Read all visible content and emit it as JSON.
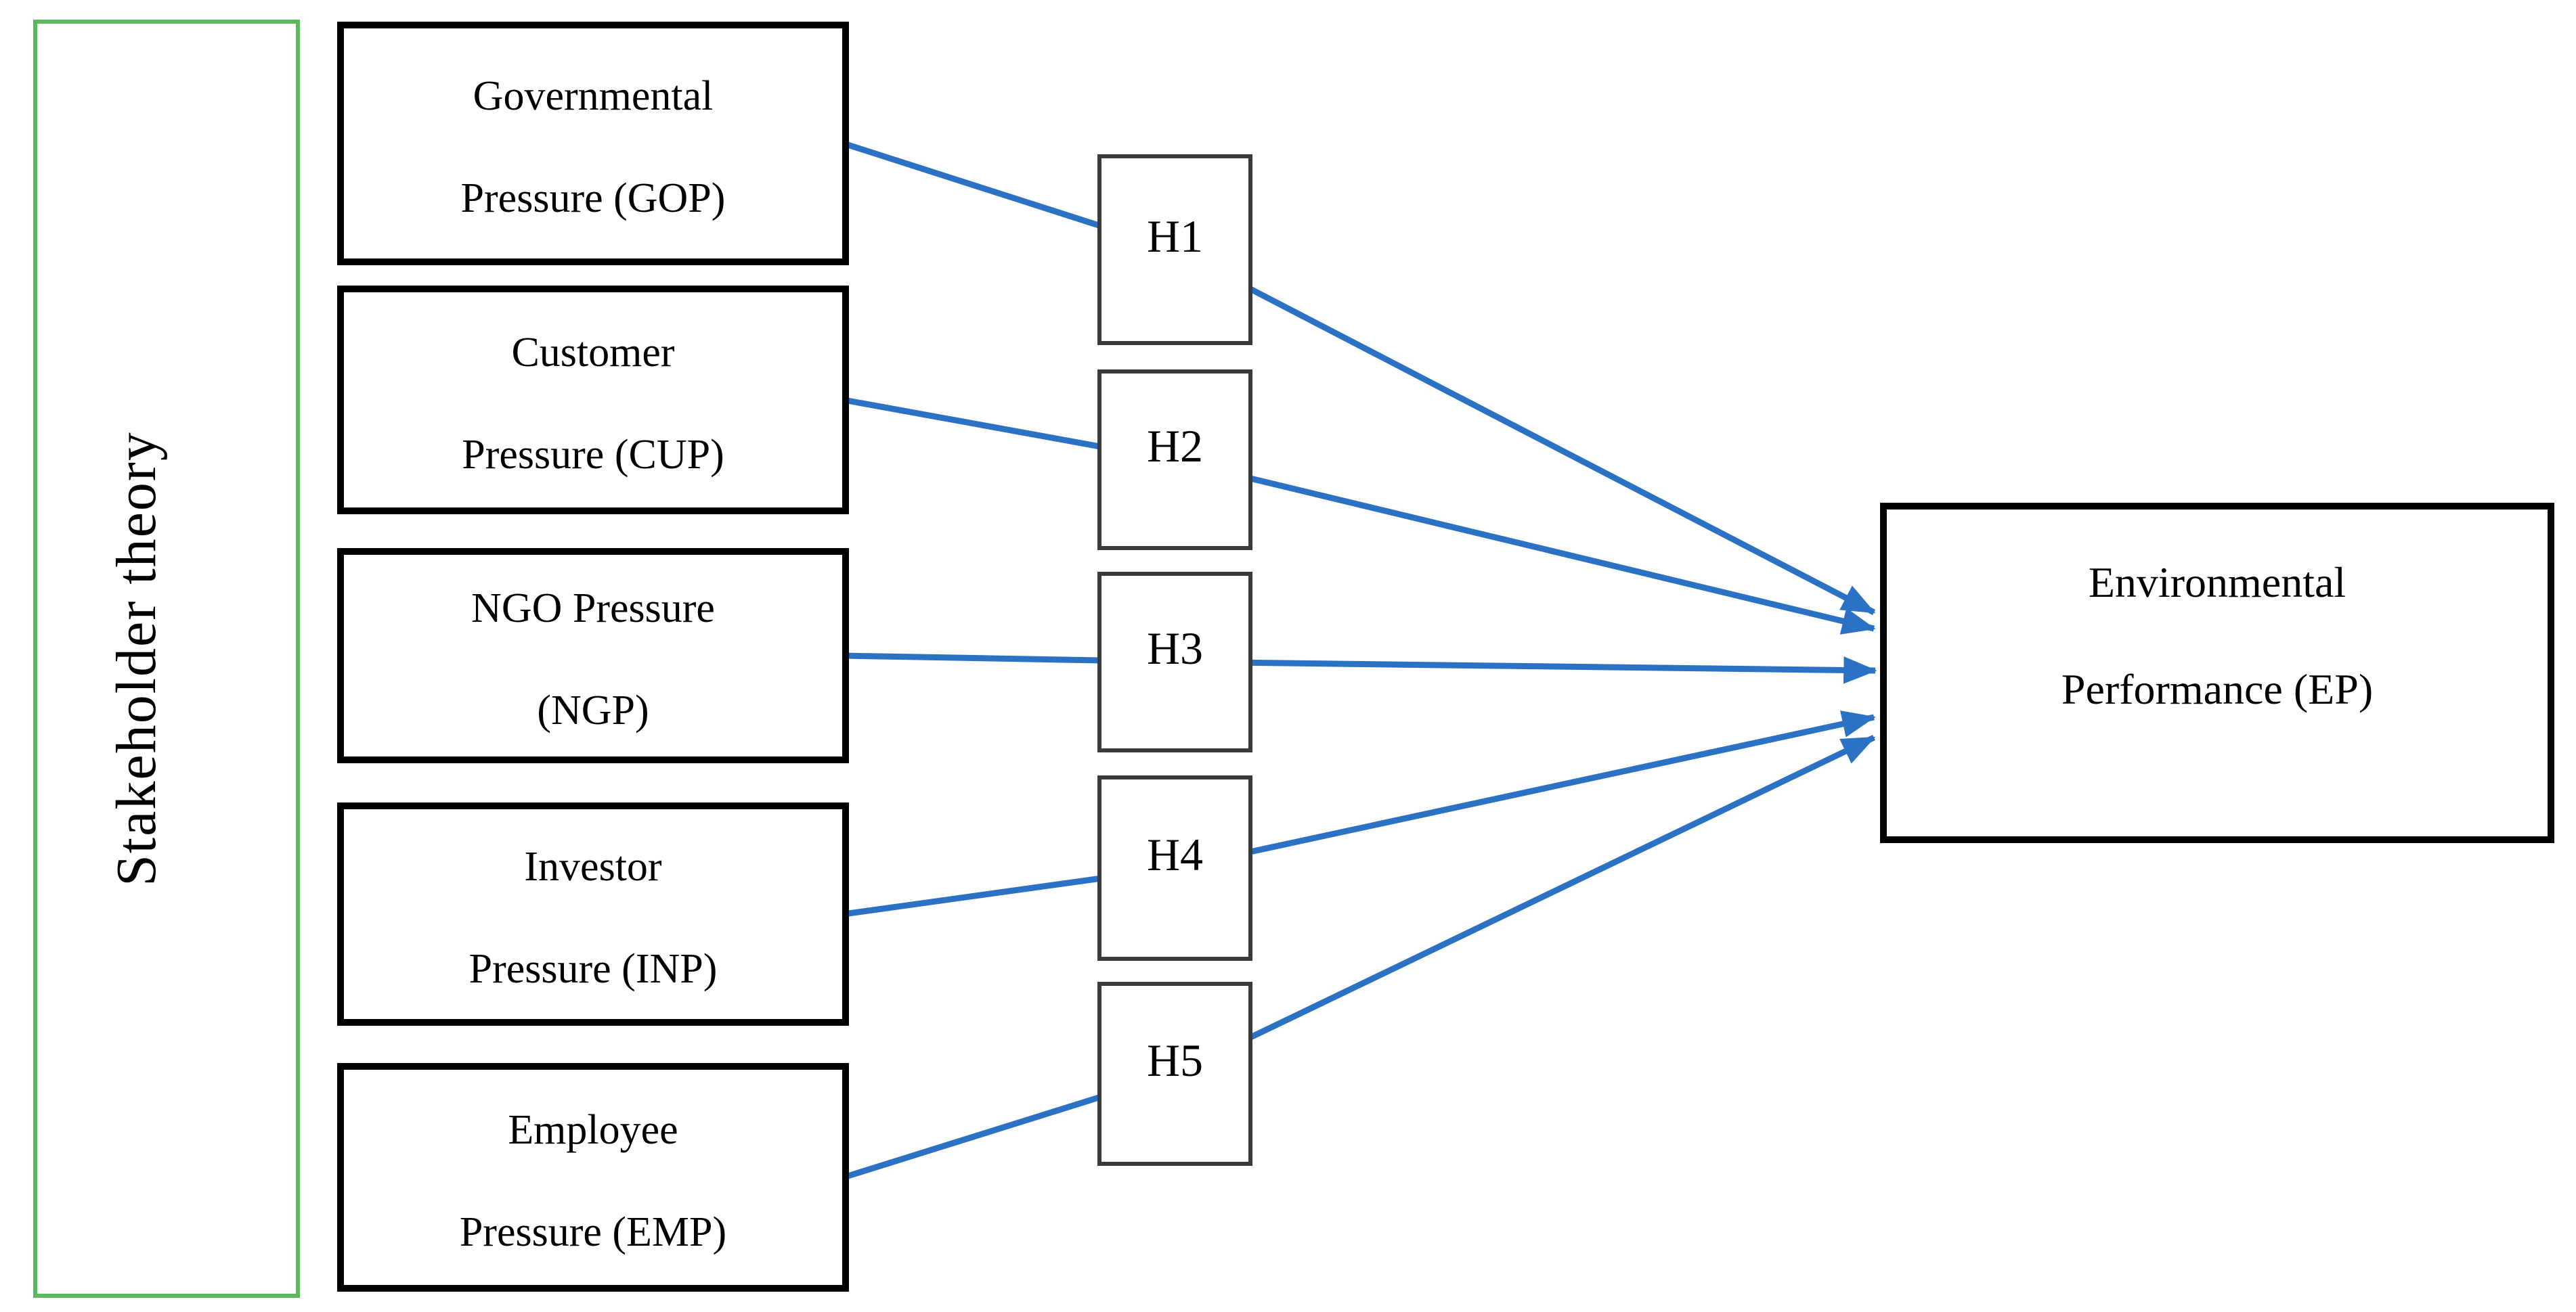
{
  "diagram": {
    "theory_panel": {
      "label": "Stakeholder theory"
    },
    "stakeholder_pressures": [
      {
        "line1": "Governmental",
        "line2": "Pressure (GOP)"
      },
      {
        "line1": "Customer",
        "line2": "Pressure (CUP)"
      },
      {
        "line1": "NGO Pressure",
        "line2": "(NGP)"
      },
      {
        "line1": "Investor",
        "line2": "Pressure (INP)"
      },
      {
        "line1": "Employee",
        "line2": "Pressure (EMP)"
      }
    ],
    "hypotheses": [
      {
        "label": "H1"
      },
      {
        "label": "H2"
      },
      {
        "label": "H3"
      },
      {
        "label": "H4"
      },
      {
        "label": "H5"
      }
    ],
    "outcome": {
      "line1": "Environmental",
      "line2": "Performance (EP)"
    },
    "colors": {
      "arrow": "#2B72C4",
      "theory_border": "#5CB85C",
      "construct_border": "#000000",
      "hypothesis_border": "#3A3A3A"
    }
  }
}
